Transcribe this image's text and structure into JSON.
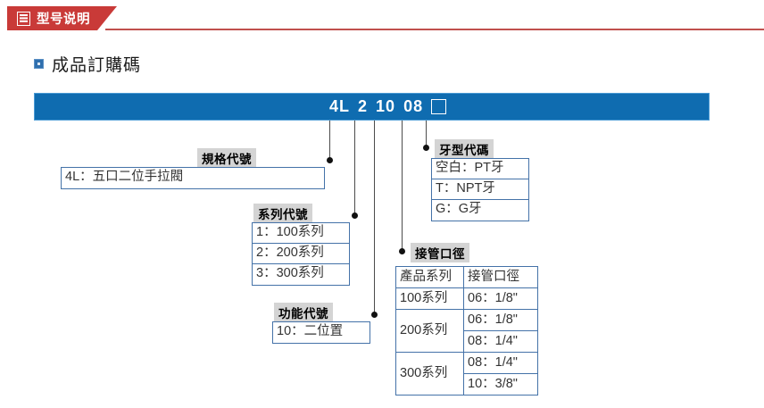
{
  "header": {
    "icon": "document-icon",
    "title": "型号说明",
    "accent_color": "#c93a38"
  },
  "sub_heading": {
    "bullet_icon": "square-bullet-icon",
    "title": "成品訂購碼"
  },
  "code_bar": {
    "background_color": "#0f6cb0",
    "segments": [
      "4L",
      "2",
      "10",
      "08"
    ],
    "blank_box": "□",
    "full_code": "4L 2 10 08 □"
  },
  "annotations": {
    "spec_code": {
      "label": "規格代號",
      "rows": [
        "4L：五口二位手拉閥"
      ]
    },
    "series_code": {
      "label": "系列代號",
      "rows": [
        "1：100系列",
        "2：200系列",
        "3：300系列"
      ]
    },
    "function_code": {
      "label": "功能代號",
      "rows": [
        "10：二位置"
      ]
    },
    "thread_code": {
      "label": "牙型代碼",
      "rows": [
        "空白：PT牙",
        "T：NPT牙",
        "G：G牙"
      ]
    },
    "port_diameter": {
      "label": "接管口徑",
      "columns": [
        "產品系列",
        "接管口徑"
      ],
      "rows": [
        {
          "series": "100系列",
          "sizes": [
            "06：1/8\""
          ]
        },
        {
          "series": "200系列",
          "sizes": [
            "06：1/8\"",
            "08：1/4\""
          ]
        },
        {
          "series": "300系列",
          "sizes": [
            "08：1/4\"",
            "10：3/8\""
          ]
        }
      ]
    }
  }
}
